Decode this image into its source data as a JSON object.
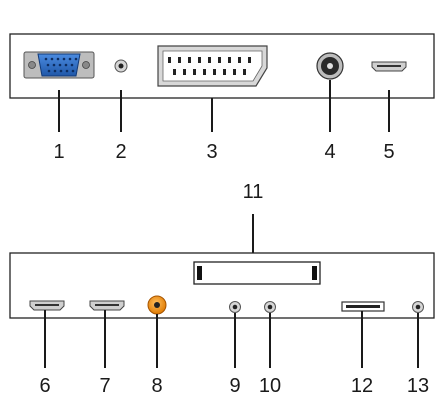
{
  "colors": {
    "panel_border": "#222222",
    "vga_fill": "#2d6fc7",
    "audio_jack_orange": "#f28a12",
    "connector_gray": "#cfcfcf"
  },
  "labels": {
    "l1": "1",
    "l2": "2",
    "l3": "3",
    "l4": "4",
    "l5": "5",
    "l6": "6",
    "l7": "7",
    "l8": "8",
    "l9": "9",
    "l10": "10",
    "l11": "11",
    "l12": "12",
    "l13": "13"
  },
  "connectors": {
    "top": [
      "vga-port",
      "audio-mini-jack",
      "scart-port",
      "coaxial-rf-input",
      "hdmi-port"
    ],
    "bottom": [
      "hdmi-port",
      "hdmi-port",
      "rca-orange-jack",
      "mini-jack",
      "mini-jack",
      "common-interface-slot",
      "usb-port",
      "mini-jack"
    ]
  }
}
